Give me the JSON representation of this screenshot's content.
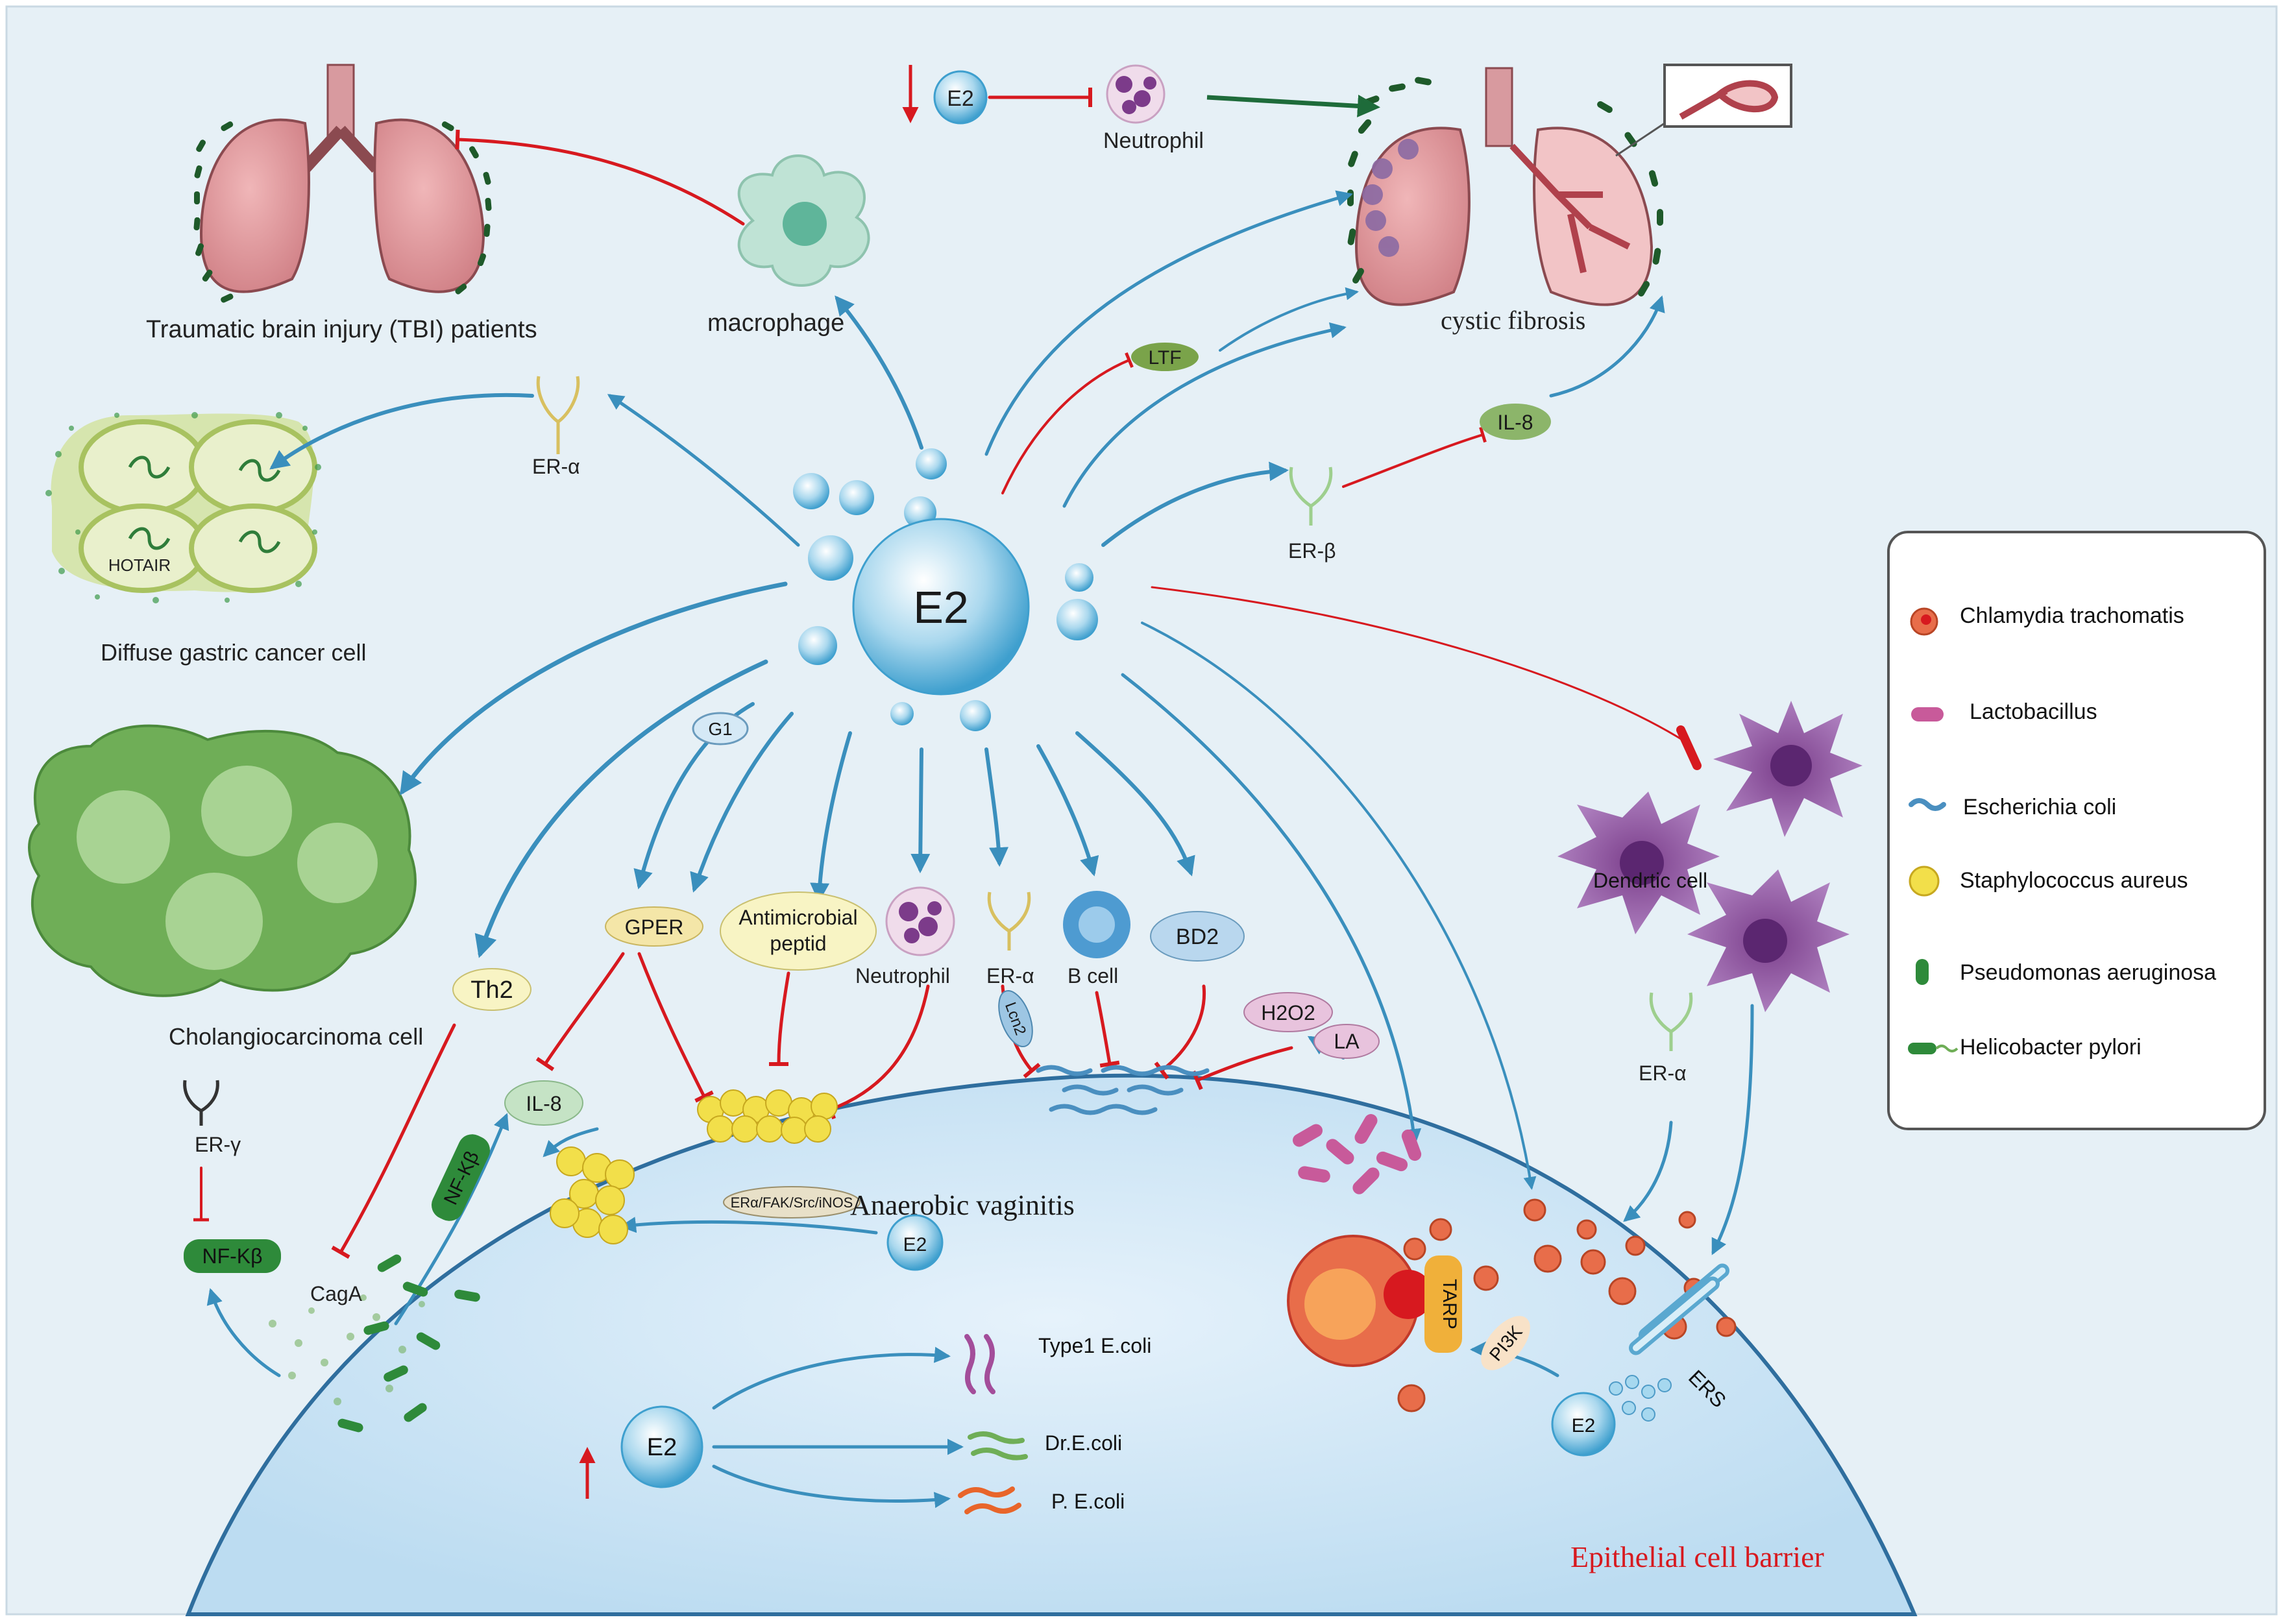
{
  "center": {
    "label": "E2"
  },
  "lungs_tbi": {
    "label": "Traumatic brain injury (TBI) patients"
  },
  "macrophage": {
    "label": "macrophage"
  },
  "neutrophil_top": {
    "label": "Neutrophil",
    "e2_label": "E2"
  },
  "cystic_fibrosis": {
    "label": "cystic fibrosis"
  },
  "ltf": {
    "label": "LTF"
  },
  "il8_top": {
    "label": "IL-8"
  },
  "er_beta": {
    "label": "ER-β"
  },
  "er_alpha_top": {
    "label": "ER-α"
  },
  "gastric": {
    "label": "Diffuse gastric cancer cell",
    "hotair": "HOTAIR"
  },
  "cholangio": {
    "label": "Cholangiocarcinoma cell"
  },
  "g1": {
    "label": "G1"
  },
  "gper": {
    "label": "GPER"
  },
  "amp": {
    "line1": "Antimicrobial",
    "line2": "peptid"
  },
  "neutrophil_mid": {
    "label": "Neutrophil"
  },
  "er_alpha_mid": {
    "label": "ER-α",
    "lcn2": "Lcn2"
  },
  "bcell": {
    "label": "B cell"
  },
  "bd2": {
    "label": "BD2"
  },
  "h2o2": {
    "label": "H2O2"
  },
  "la": {
    "label": "LA"
  },
  "th2": {
    "label": "Th2"
  },
  "il8_mid": {
    "label": "IL-8"
  },
  "er_gamma": {
    "label": "ER-γ"
  },
  "nfkb_tilted": {
    "label": "NF-Kβ"
  },
  "nfkb_bottom": {
    "label": "NF-Kβ"
  },
  "caga": {
    "label": "CagA"
  },
  "anaerobic": {
    "label": "Anaerobic vaginitis",
    "pathway": "ERα/FAK/Src/iNOS",
    "e2_label": "E2"
  },
  "ecoli_group": {
    "e2_label": "E2",
    "type1": "Type1 E.coli",
    "dr": "Dr.E.coli",
    "p": "P. E.coli"
  },
  "dendritic": {
    "label": "Dendrtic cell"
  },
  "er_alpha_right": {
    "label": "ER-α"
  },
  "tarp": {
    "label": "TARP"
  },
  "pi3k": {
    "label": "PI3K"
  },
  "ers": {
    "label": "ERS"
  },
  "e2_right": {
    "label": "E2"
  },
  "epithelial": {
    "label": "Epithelial cell barrier"
  },
  "legend": {
    "items": [
      {
        "label": "Chlamydia trachomatis",
        "icon": "chlamydia-icon"
      },
      {
        "label": "Lactobacillus",
        "icon": "lactobacillus-icon"
      },
      {
        "label": "Escherichia coli",
        "icon": "ecoli-icon"
      },
      {
        "label": "Staphylococcus aureus",
        "icon": "staph-icon"
      },
      {
        "label": "Pseudomonas aeruginosa",
        "icon": "pseudomonas-icon"
      },
      {
        "label": "Helicobacter pylori",
        "icon": "hpylori-icon"
      }
    ]
  },
  "colors": {
    "activate": "#3a8fbd",
    "inhibit": "#d7191f",
    "background": "#e6f0f6",
    "epithelium": "#cfe5f3",
    "epithelial_text": "#d7191f"
  }
}
